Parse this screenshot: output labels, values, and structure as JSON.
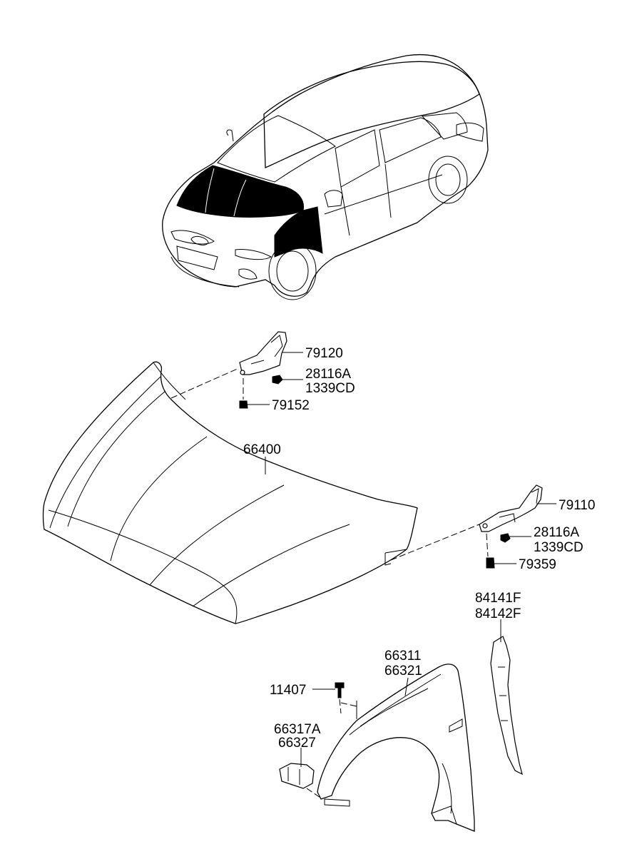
{
  "diagram": {
    "labels": {
      "hinge_lh": "79120",
      "nut_lh_a": "28116A",
      "nut_lh_b": "1339CD",
      "bolt_lh": "79152",
      "hood": "66400",
      "hinge_rh": "79110",
      "nut_rh_a": "28116A",
      "nut_rh_b": "1339CD",
      "bolt_rh": "79359",
      "fender_seal_a": "84141F",
      "fender_seal_b": "84142F",
      "fender_a": "66311",
      "fender_b": "66321",
      "fender_bolt": "11407",
      "fender_bracket_a": "66317A",
      "fender_bracket_b": "66327"
    }
  }
}
